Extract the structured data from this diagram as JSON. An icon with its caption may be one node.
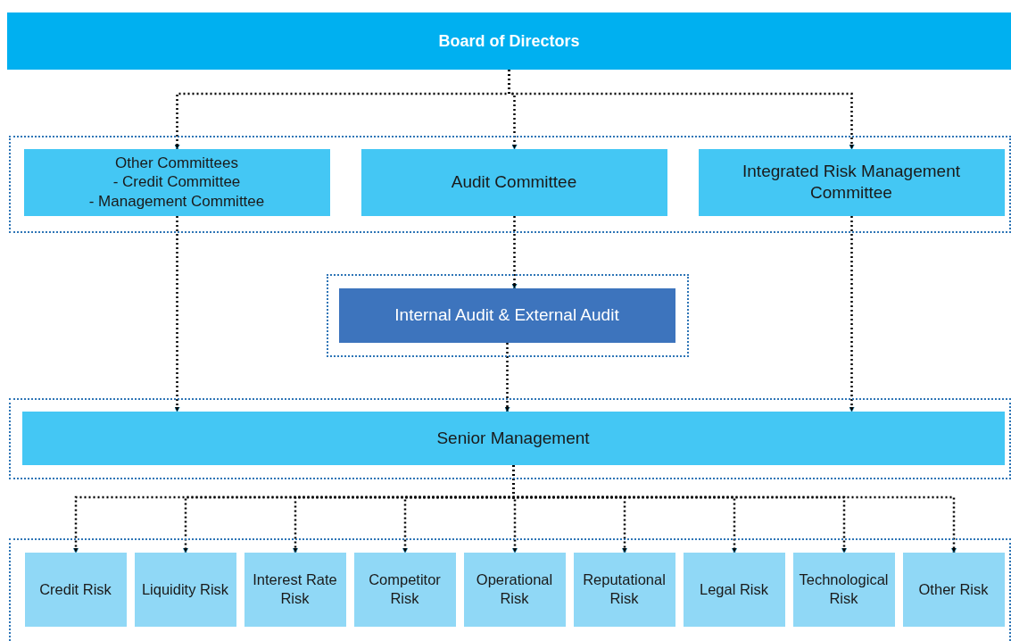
{
  "diagram": {
    "nodes": [
      {
        "text": [
          "Board of Directors"
        ]
      },
      {
        "text": [],
        "shape": "box"
      },
      {
        "text": [
          "Other Committees",
          "- Credit Committee",
          "- Management Committee"
        ],
        "in": 1
      },
      {
        "text": [
          "Audit Committee"
        ],
        "in": 1
      },
      {
        "text": [
          "Integrated Risk Management Committee"
        ],
        "in": 1
      },
      {
        "text": [],
        "shape": "box"
      },
      {
        "text": [
          "Internal Audit & External Audit"
        ],
        "in": 5
      },
      {
        "text": [],
        "shape": "box"
      },
      {
        "text": [
          "Senior Management"
        ],
        "in": 7
      },
      {
        "text": [],
        "shape": "box"
      },
      {
        "text": [
          "Credit Risk"
        ],
        "in": 9
      },
      {
        "text": [
          "Liquidity Risk"
        ],
        "in": 9
      },
      {
        "text": [
          "Interest Rate Risk"
        ],
        "in": 9
      },
      {
        "text": [
          "Competitor Risk"
        ],
        "in": 9
      },
      {
        "text": [
          "Operational Risk"
        ],
        "in": 9
      },
      {
        "text": [
          "Reputational Risk"
        ],
        "in": 9
      },
      {
        "text": [
          "Legal Risk"
        ],
        "in": 9
      },
      {
        "text": [
          "Technological Risk"
        ],
        "in": 9
      },
      {
        "text": [
          "Other Risk"
        ],
        "in": 9
      }
    ],
    "edges": [
      {
        "from": 0,
        "to": 2,
        "arrow": "to"
      },
      {
        "from": 0,
        "to": 3,
        "arrow": "to"
      },
      {
        "from": 0,
        "to": 4,
        "arrow": "to"
      },
      {
        "from": 2,
        "to": 8,
        "arrow": "to"
      },
      {
        "from": 3,
        "to": 6,
        "arrow": "to"
      },
      {
        "from": 4,
        "to": 8,
        "arrow": "to"
      },
      {
        "from": 6,
        "to": 8,
        "arrow": "to"
      },
      {
        "from": 8,
        "to": 10,
        "arrow": "to"
      },
      {
        "from": 8,
        "to": 11,
        "arrow": "to"
      },
      {
        "from": 8,
        "to": 12,
        "arrow": "to"
      },
      {
        "from": 8,
        "to": 13,
        "arrow": "to"
      },
      {
        "from": 8,
        "to": 14,
        "arrow": "to"
      },
      {
        "from": 8,
        "to": 15,
        "arrow": "to"
      },
      {
        "from": 8,
        "to": 16,
        "arrow": "to"
      },
      {
        "from": 8,
        "to": 17,
        "arrow": "to"
      },
      {
        "from": 8,
        "to": 18,
        "arrow": "to"
      }
    ]
  }
}
